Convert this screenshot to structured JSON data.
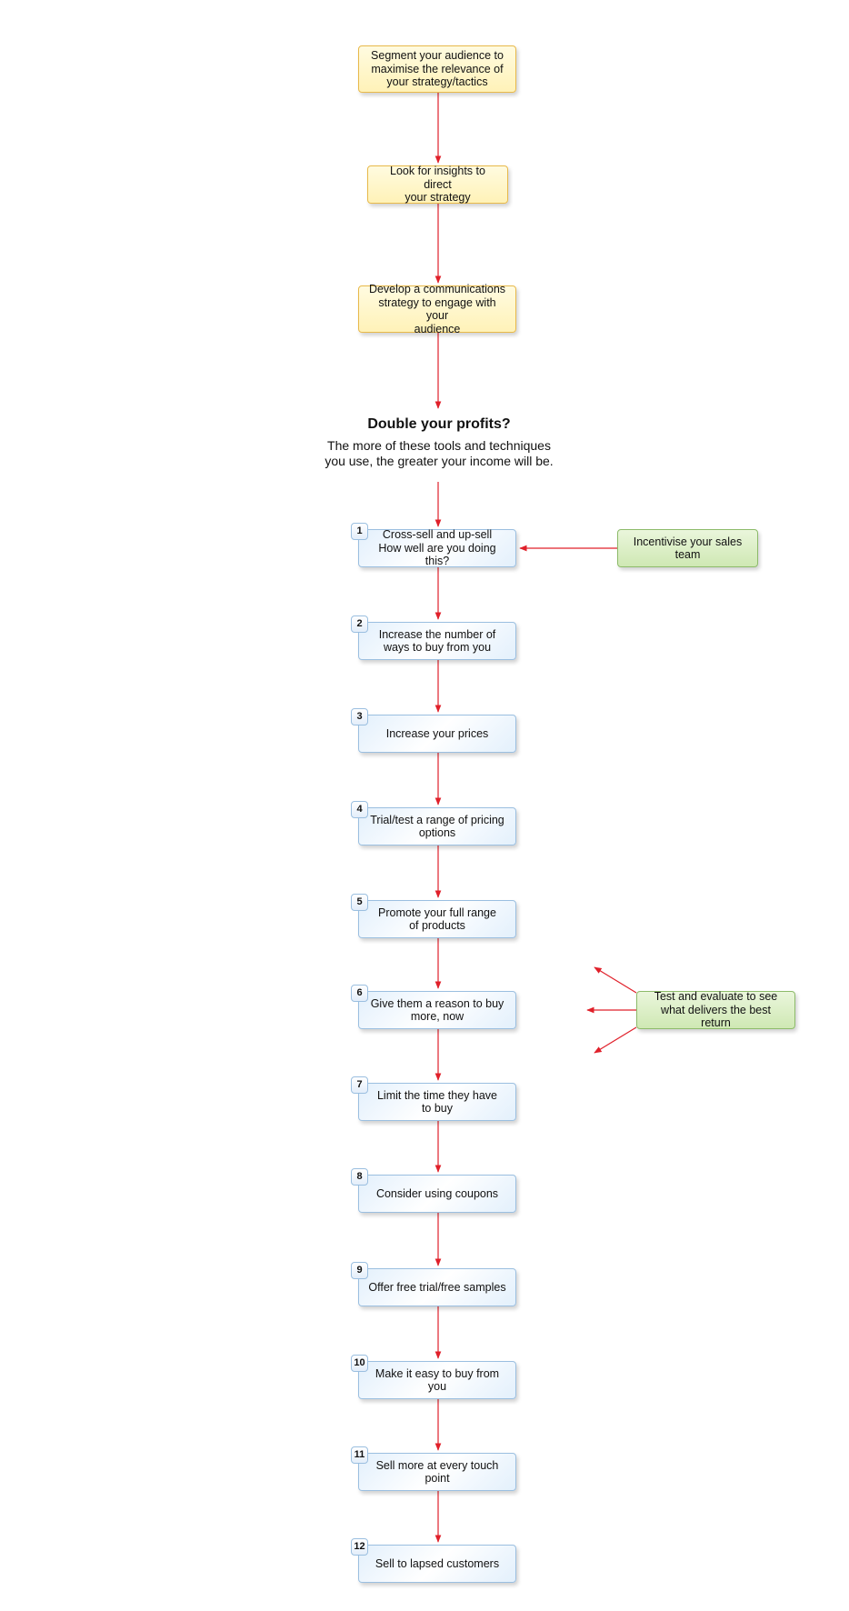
{
  "heading": {
    "title": "Double your profits?",
    "subtitle": "The more of these tools and techniques\nyou use, the greater your income will be."
  },
  "top_steps": [
    {
      "text": "Segment your audience to\nmaximise the relevance of\nyour strategy/tactics"
    },
    {
      "text": "Look for insights to direct\nyour strategy"
    },
    {
      "text": "Develop a communications\nstrategy to engage with your\naudience"
    }
  ],
  "steps": [
    {
      "number": "1",
      "text": "Cross-sell and up-sell\nHow well are you doing this?"
    },
    {
      "number": "2",
      "text": "Increase the number of\nways  to buy from you"
    },
    {
      "number": "3",
      "text": "Increase your prices"
    },
    {
      "number": "4",
      "text": "Trial/test a range of pricing\noptions"
    },
    {
      "number": "5",
      "text": "Promote your full range\nof products"
    },
    {
      "number": "6",
      "text": "Give them a reason to buy\nmore, now"
    },
    {
      "number": "7",
      "text": "Limit the time they have\nto buy"
    },
    {
      "number": "8",
      "text": "Consider using coupons"
    },
    {
      "number": "9",
      "text": "Offer free trial/free samples"
    },
    {
      "number": "10",
      "text": "Make it easy to buy from you"
    },
    {
      "number": "11",
      "text": "Sell more at every touch\npoint"
    },
    {
      "number": "12",
      "text": "Sell to lapsed customers"
    }
  ],
  "side_notes": [
    {
      "text": "Incentivise your sales\nteam"
    },
    {
      "text": "Test and evaluate to see\nwhat delivers the best return"
    }
  ],
  "colors": {
    "arrow": "#e0202a",
    "yellow_border": "#e8b94a",
    "blue_border": "#9bbfe0",
    "green_border": "#8dbb6a"
  }
}
